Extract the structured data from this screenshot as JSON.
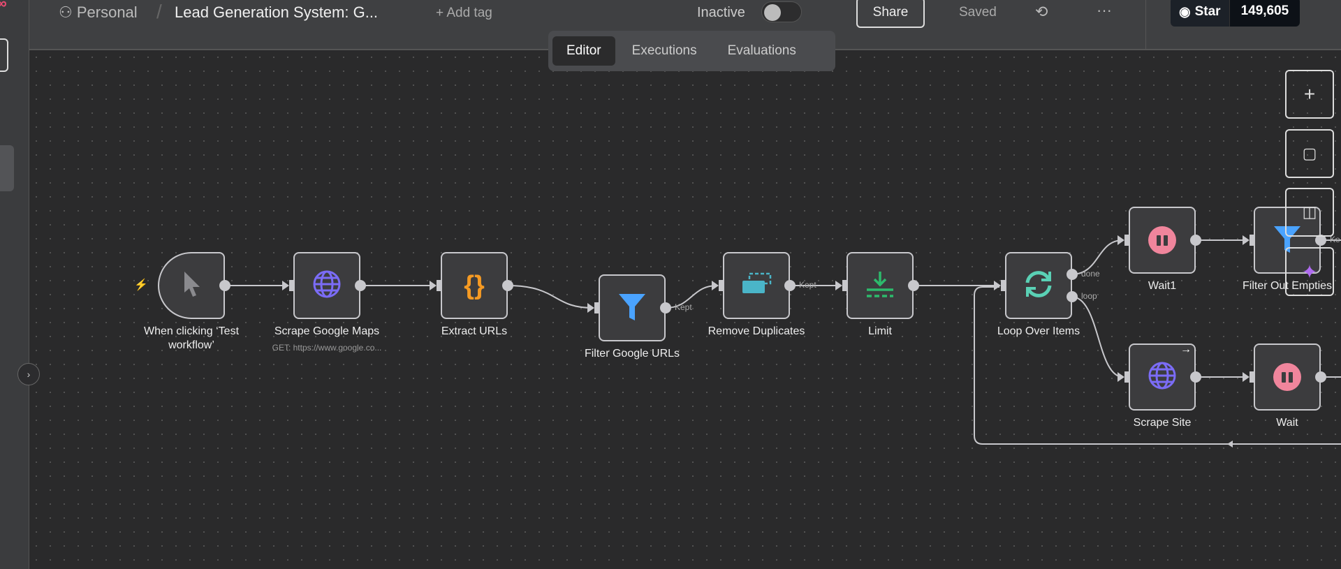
{
  "header": {
    "project": "Personal",
    "workflow_title": "Lead Generation System: G...",
    "add_tag": "+ Add tag",
    "status_label": "Inactive",
    "active": false,
    "share": "Share",
    "saved": "Saved",
    "github_star": "Star",
    "github_count": "149,605"
  },
  "tabs": [
    {
      "label": "Editor",
      "active": true
    },
    {
      "label": "Executions",
      "active": false
    },
    {
      "label": "Evaluations",
      "active": false
    }
  ],
  "nodes": [
    {
      "name": "When clicking ‘Test workflow’",
      "icon": "cursor-icon"
    },
    {
      "name": "Scrape Google Maps",
      "subtitle": "GET: https://www.google.co...",
      "icon": "globe-icon"
    },
    {
      "name": "Extract URLs",
      "icon": "braces-icon"
    },
    {
      "name": "Filter Google URLs",
      "icon": "filter-icon"
    },
    {
      "name": "Remove Duplicates",
      "icon": "dedupe-icon"
    },
    {
      "name": "Limit",
      "icon": "limit-icon"
    },
    {
      "name": "Loop Over Items",
      "icon": "loop-icon"
    },
    {
      "name": "Wait1",
      "icon": "pause-icon"
    },
    {
      "name": "Filter Out Empties",
      "icon": "filter-icon"
    },
    {
      "name": "Scrape Site",
      "icon": "globe-icon"
    },
    {
      "name": "Wait",
      "icon": "pause-icon"
    }
  ],
  "edge_labels": {
    "kept": "Kept",
    "done": "done",
    "loop": "loop",
    "kept_partial": "Ke"
  },
  "colors": {
    "accent": "#ea4b71",
    "globe": "#7b6cf6",
    "braces": "#f59a23",
    "filter": "#4aa3ff",
    "dedupe": "#4ab5c8",
    "limit": "#2dba6c",
    "loop": "#5ad1b5",
    "pause": "#f0859c"
  }
}
